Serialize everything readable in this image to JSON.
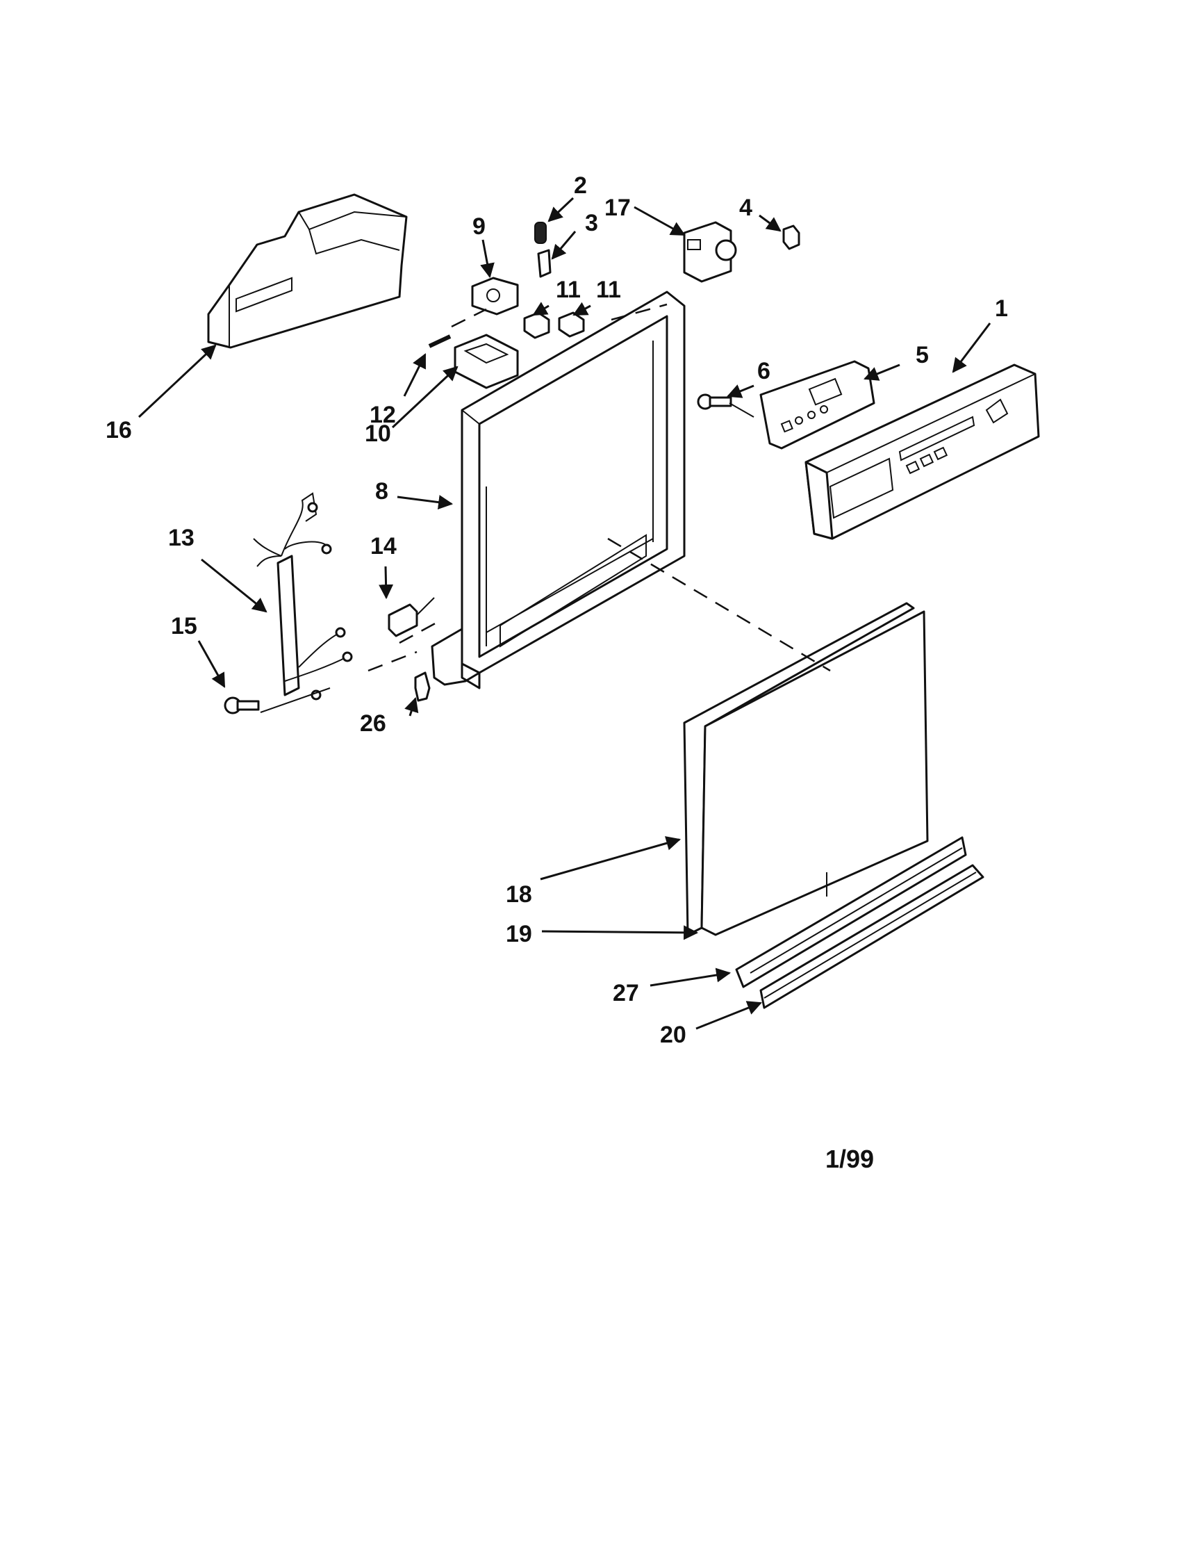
{
  "diagram": {
    "callouts": {
      "c1": "1",
      "c2": "2",
      "c3": "3",
      "c4": "4",
      "c5": "5",
      "c6": "6",
      "c8": "8",
      "c9": "9",
      "c10": "10",
      "c11a": "11",
      "c11b": "11",
      "c12": "12",
      "c13": "13",
      "c14": "14",
      "c15": "15",
      "c16": "16",
      "c17": "17",
      "c18": "18",
      "c19": "19",
      "c20": "20",
      "c26": "26",
      "c27": "27"
    },
    "footer_code": "1/99"
  }
}
